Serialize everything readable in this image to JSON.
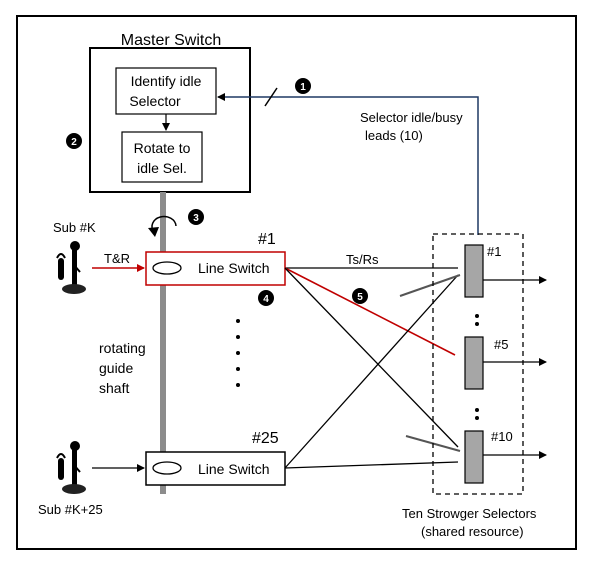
{
  "master_switch": {
    "title": "Master Switch",
    "identify_line1": "Identify idle",
    "identify_line2": "Selector",
    "rotate_line1": "Rotate to",
    "rotate_line2": "idle Sel."
  },
  "steps": [
    "1",
    "2",
    "3",
    "4",
    "5"
  ],
  "leads_label_line1": "Selector idle/busy",
  "leads_label_line2": "leads (10)",
  "subscribers": {
    "top": "Sub #K",
    "bottom": "Sub #K+25"
  },
  "tr_label": "T&R",
  "line_switch_1": {
    "number": "#1",
    "label": "Line Switch"
  },
  "line_switch_25": {
    "number": "#25",
    "label": "Line Switch"
  },
  "tsrs_label": "Ts/Rs",
  "shaft_label": [
    "rotating",
    "guide",
    "shaft"
  ],
  "selectors": [
    "#1",
    "#5",
    "#10"
  ],
  "selectors_caption_line1": "Ten Strowger Selectors",
  "selectors_caption_line2": "(shared resource)",
  "colors": {
    "accent_red": "#c00000",
    "shaft_gray": "#8c8c8c",
    "selector_fill": "#a6a6a6"
  }
}
